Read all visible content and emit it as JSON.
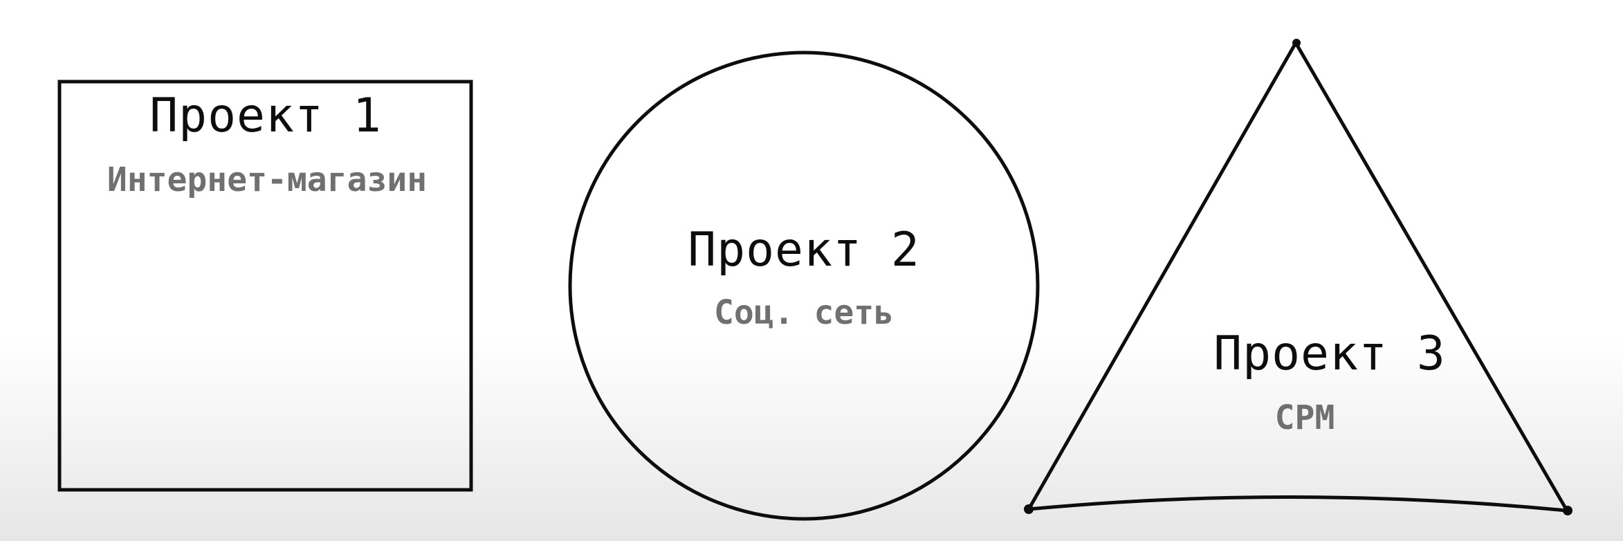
{
  "projects": [
    {
      "shape": "square",
      "title": "Проект 1",
      "subtitle": "Интернет-магазин"
    },
    {
      "shape": "circle",
      "title": "Проект 2",
      "subtitle": "Соц. сеть"
    },
    {
      "shape": "triangle",
      "title": "Проект 3",
      "subtitle": "CPM"
    }
  ],
  "colors": {
    "outline": "#0d0d0d",
    "title": "#0d0d0d",
    "subtitle": "#707070"
  }
}
